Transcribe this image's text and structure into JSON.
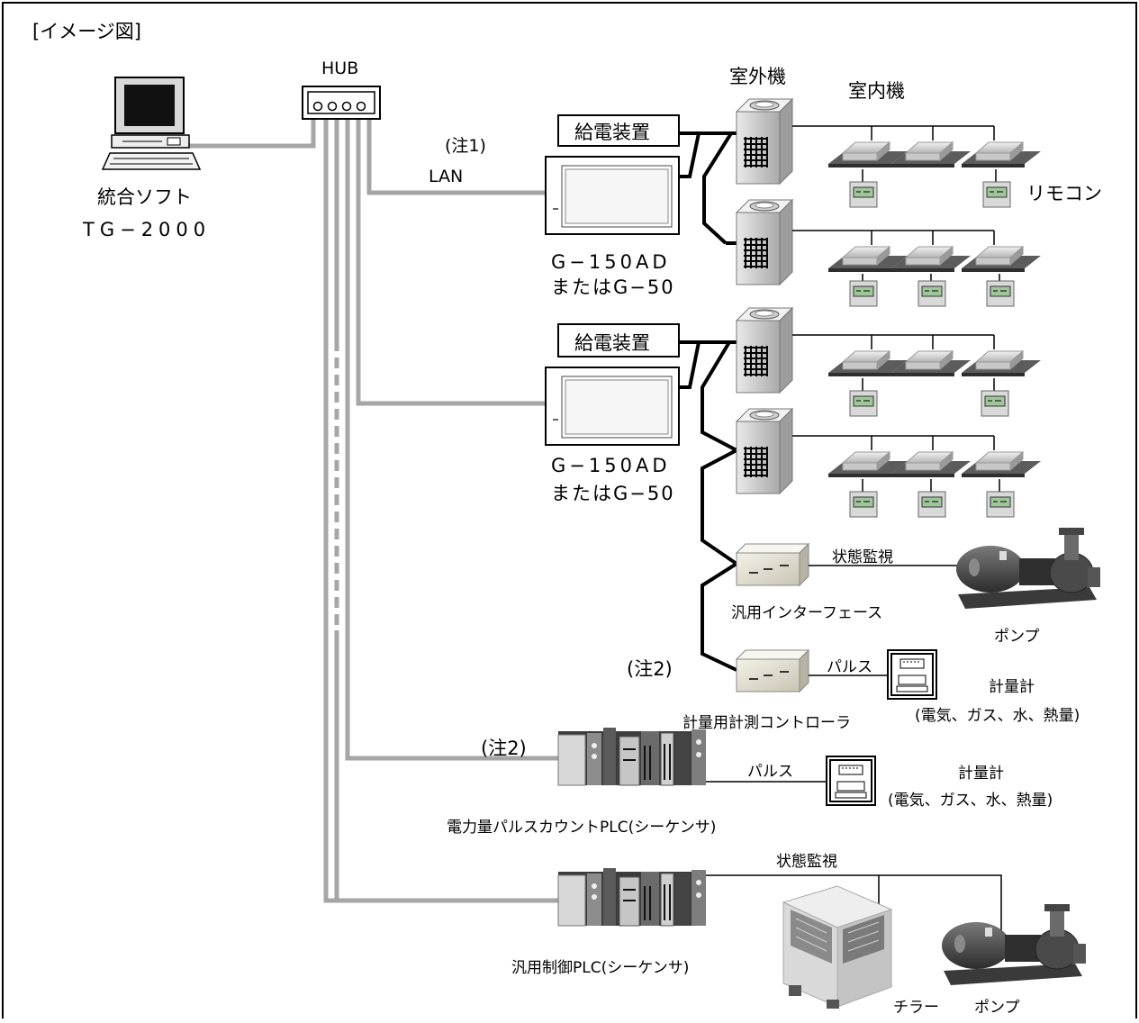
{
  "figure_label": "[イメージ図]",
  "hub_label": "HUB",
  "pc": {
    "line1": "統合ソフト",
    "line2": "TG−2000"
  },
  "lan_label": "LAN",
  "note1": "(注1)",
  "note2": "(注2)",
  "power_supply": "給電装置",
  "controller": {
    "line1": "G−150AD",
    "line2": "またはG−50"
  },
  "outdoor_unit": "室外機",
  "indoor_unit": "室内機",
  "remote": "リモコン",
  "status_monitor": "状態監視",
  "pulse": "パルス",
  "general_interface": "汎用インターフェース",
  "pump": "ポンプ",
  "meter_controller": "計量用計測コントローラ",
  "meter": {
    "line1": "計量計",
    "line2": "(電気、ガス、水、熱量)"
  },
  "pulse_plc": "電力量パルスカウントPLC(シーケンサ)",
  "control_plc": "汎用制御PLC(シーケンサ)",
  "chiller": "チラー",
  "colors": {
    "lan": "#a6a6a6",
    "wire": "#000000",
    "border": "#000000"
  }
}
